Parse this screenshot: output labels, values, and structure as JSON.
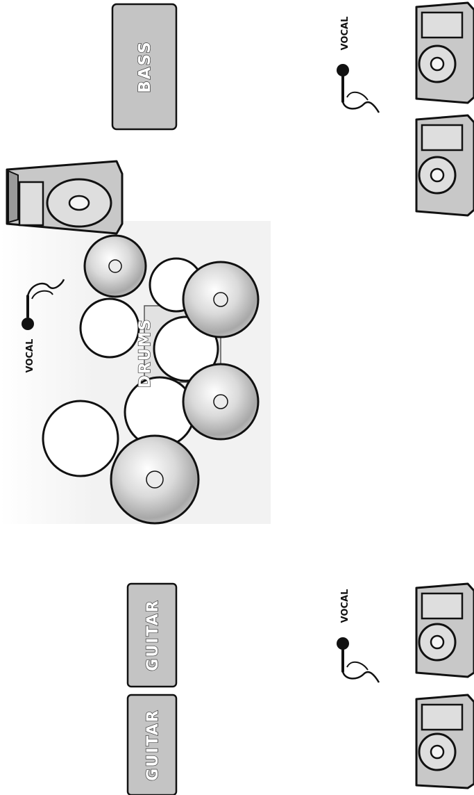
{
  "labels": {
    "bass": "BASS",
    "drums": "DRUMS",
    "guitar_left": "GUITAR",
    "guitar_right": "GUITAR",
    "vocal_drummer": "VOCAL",
    "vocal_top_right": "VOCAL",
    "vocal_bottom_right": "VOCAL"
  },
  "icons": {
    "speaker": "speaker-cabinet-icon",
    "microphone": "microphone-icon",
    "drum": "drum-icon",
    "cymbal": "cymbal-icon"
  },
  "colors": {
    "amp_fill": "#c4c4c4",
    "outline": "#111111",
    "drum_backdrop": "#f3f3f3"
  }
}
